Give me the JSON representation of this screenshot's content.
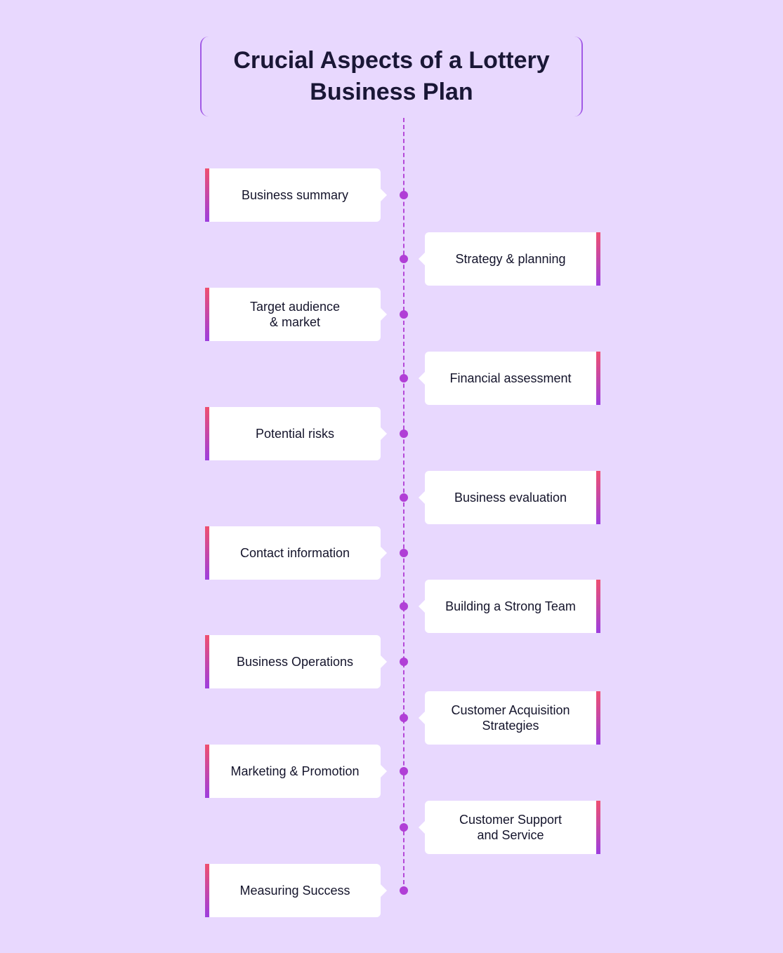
{
  "title": "Crucial Aspects of a Lottery Business Plan",
  "items": [
    {
      "label": "Business summary",
      "side": "left"
    },
    {
      "label": "Strategy & planning",
      "side": "right"
    },
    {
      "label": "Target audience\n& market",
      "side": "left"
    },
    {
      "label": "Financial assessment",
      "side": "right"
    },
    {
      "label": "Potential risks",
      "side": "left"
    },
    {
      "label": "Business evaluation",
      "side": "right"
    },
    {
      "label": "Contact information",
      "side": "left"
    },
    {
      "label": "Building a Strong Team",
      "side": "right"
    },
    {
      "label": "Business Operations",
      "side": "left"
    },
    {
      "label": "Customer Acquisition\nStrategies",
      "side": "right"
    },
    {
      "label": "Marketing & Promotion",
      "side": "left"
    },
    {
      "label": "Customer Support\nand Service",
      "side": "right"
    },
    {
      "label": "Measuring Success",
      "side": "left"
    }
  ],
  "colors": {
    "background": "#e8d8fe",
    "accent": "#b03fd6",
    "gradient_top": "#f0506e",
    "gradient_bottom": "#9c3ee0"
  }
}
